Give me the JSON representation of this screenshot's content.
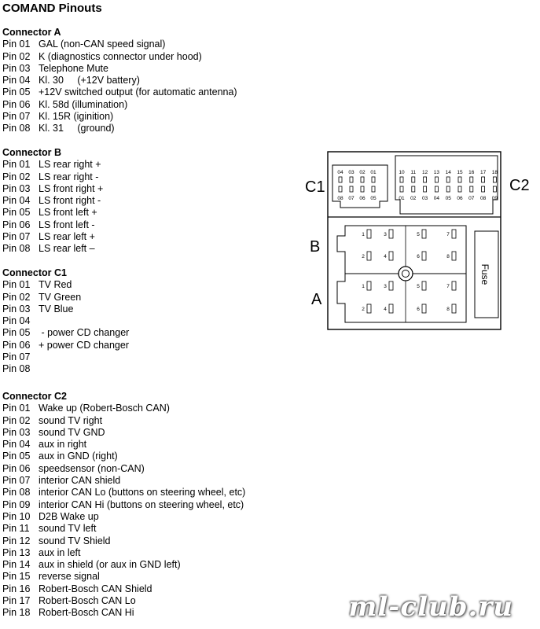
{
  "title": "COMAND Pinouts",
  "sections": [
    {
      "heading": "Connector A",
      "pins": [
        {
          "pin": "Pin 01",
          "desc": "GAL (non-CAN speed signal)"
        },
        {
          "pin": "Pin 02",
          "desc": "K (diagnostics connector under hood)"
        },
        {
          "pin": "Pin 03",
          "desc": "Telephone Mute"
        },
        {
          "pin": "Pin 04",
          "desc": "Kl. 30     (+12V battery)"
        },
        {
          "pin": "Pin 05",
          "desc": "+12V switched output (for automatic antenna)"
        },
        {
          "pin": "Pin 06",
          "desc": "Kl. 58d (illumination)"
        },
        {
          "pin": "Pin 07",
          "desc": "Kl. 15R (iginition)"
        },
        {
          "pin": "Pin 08",
          "desc": "Kl. 31     (ground)"
        }
      ]
    },
    {
      "heading": "Connector B",
      "pins": [
        {
          "pin": "Pin 01",
          "desc": "LS rear right +"
        },
        {
          "pin": "Pin 02",
          "desc": "LS rear right -"
        },
        {
          "pin": "Pin 03",
          "desc": "LS front right +"
        },
        {
          "pin": "Pin 04",
          "desc": "LS front right -"
        },
        {
          "pin": "Pin 05",
          "desc": "LS front left +"
        },
        {
          "pin": "Pin 06",
          "desc": "LS front left -"
        },
        {
          "pin": "Pin 07",
          "desc": "LS rear left +"
        },
        {
          "pin": "Pin 08",
          "desc": "LS rear left –"
        }
      ]
    },
    {
      "heading": "Connector C1",
      "pins": [
        {
          "pin": "Pin 01",
          "desc": "TV Red"
        },
        {
          "pin": "Pin 02",
          "desc": "TV Green"
        },
        {
          "pin": "Pin 03",
          "desc": "TV Blue"
        },
        {
          "pin": "Pin 04",
          "desc": ""
        },
        {
          "pin": "Pin 05",
          "desc": " - power CD changer"
        },
        {
          "pin": "Pin 06",
          "desc": "+ power CD changer"
        },
        {
          "pin": "Pin 07",
          "desc": ""
        },
        {
          "pin": "Pin 08",
          "desc": ""
        }
      ]
    },
    {
      "heading": "Connector C2",
      "pins": [
        {
          "pin": "Pin 01",
          "desc": "Wake up (Robert-Bosch CAN)"
        },
        {
          "pin": "Pin 02",
          "desc": "sound TV right"
        },
        {
          "pin": "Pin 03",
          "desc": "sound TV GND"
        },
        {
          "pin": "Pin 04",
          "desc": "aux in right"
        },
        {
          "pin": "Pin 05",
          "desc": "aux in GND (right)"
        },
        {
          "pin": "Pin 06",
          "desc": "speedsensor (non-CAN)"
        },
        {
          "pin": "Pin 07",
          "desc": "interior CAN shield"
        },
        {
          "pin": "Pin 08",
          "desc": "interior CAN Lo (buttons on steering wheel, etc)"
        },
        {
          "pin": "Pin 09",
          "desc": "interior CAN Hi (buttons on steering wheel, etc)"
        },
        {
          "pin": "Pin 10",
          "desc": "D2B Wake up"
        },
        {
          "pin": "Pin 11",
          "desc": "sound TV left"
        },
        {
          "pin": "Pin 12",
          "desc": "sound TV Shield"
        },
        {
          "pin": "Pin 13",
          "desc": "aux in left"
        },
        {
          "pin": "Pin 14",
          "desc": "aux in shield (or aux in GND left)"
        },
        {
          "pin": "Pin 15",
          "desc": "reverse signal"
        },
        {
          "pin": "Pin 16",
          "desc": "Robert-Bosch CAN Shield"
        },
        {
          "pin": "Pin 17",
          "desc": "Robert-Bosch CAN Lo"
        },
        {
          "pin": "Pin 18",
          "desc": "Robert-Bosch CAN Hi"
        }
      ]
    }
  ],
  "diagram": {
    "label_c1": "C1",
    "label_c2": "C2",
    "label_b": "B",
    "label_a": "A",
    "fuse": "Fuse",
    "c1_top": [
      "04",
      "03",
      "02",
      "01"
    ],
    "c1_bottom": [
      "08",
      "07",
      "06",
      "05"
    ],
    "c2_top": [
      "10",
      "11",
      "12",
      "13",
      "14",
      "15",
      "16",
      "17",
      "18"
    ],
    "c2_bottom": [
      "01",
      "02",
      "03",
      "04",
      "05",
      "06",
      "07",
      "08",
      "09"
    ],
    "ab_row1": [
      "1",
      "3",
      "5",
      "7"
    ],
    "ab_row2": [
      "2",
      "4",
      "6",
      "8"
    ]
  },
  "watermark": "ml-club.ru"
}
